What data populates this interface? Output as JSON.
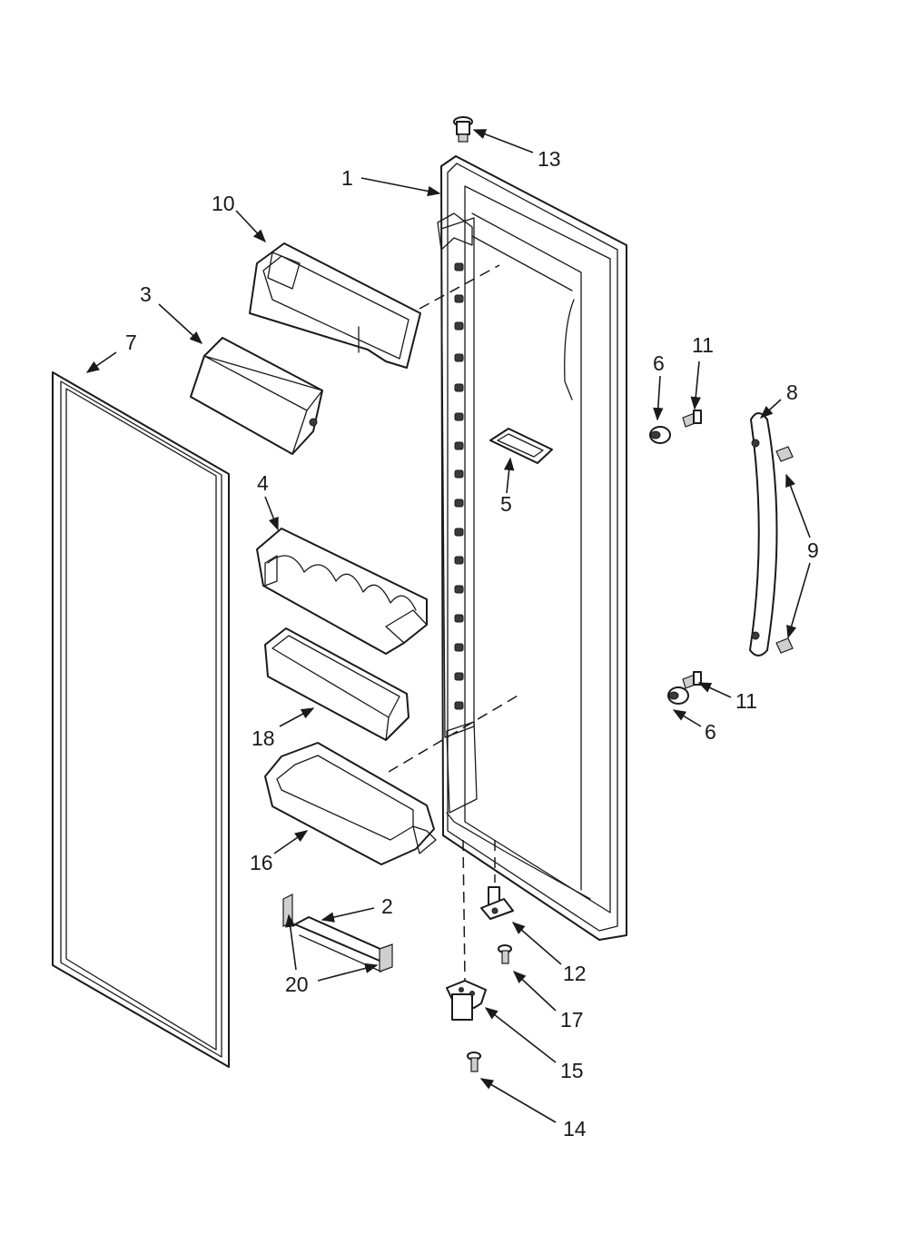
{
  "callouts": [
    {
      "id": "c1",
      "label": "1"
    },
    {
      "id": "c2",
      "label": "2"
    },
    {
      "id": "c3",
      "label": "3"
    },
    {
      "id": "c4",
      "label": "4"
    },
    {
      "id": "c5",
      "label": "5"
    },
    {
      "id": "c6a",
      "label": "6"
    },
    {
      "id": "c6b",
      "label": "6"
    },
    {
      "id": "c7",
      "label": "7"
    },
    {
      "id": "c8",
      "label": "8"
    },
    {
      "id": "c9",
      "label": "9"
    },
    {
      "id": "c10",
      "label": "10"
    },
    {
      "id": "c11a",
      "label": "11"
    },
    {
      "id": "c11b",
      "label": "11"
    },
    {
      "id": "c12",
      "label": "12"
    },
    {
      "id": "c13",
      "label": "13"
    },
    {
      "id": "c14",
      "label": "14"
    },
    {
      "id": "c15",
      "label": "15"
    },
    {
      "id": "c16",
      "label": "16"
    },
    {
      "id": "c17",
      "label": "17"
    },
    {
      "id": "c18",
      "label": "18"
    },
    {
      "id": "c20",
      "label": "20"
    }
  ]
}
